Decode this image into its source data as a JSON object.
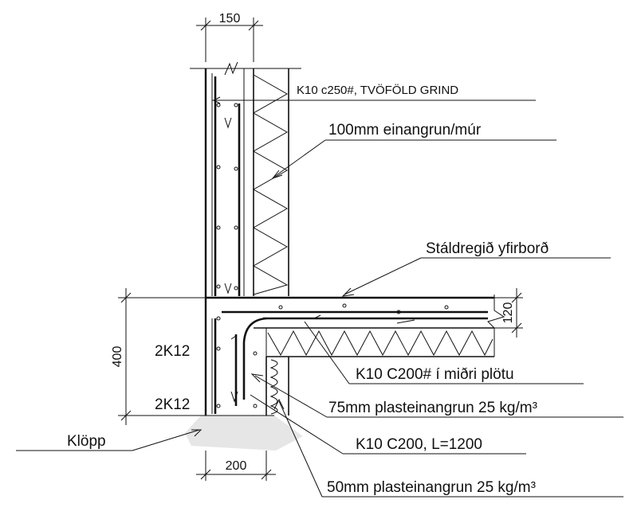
{
  "dimensions": {
    "wall_width": "150",
    "slab_thickness": "120",
    "footing_height": "400",
    "footing_width": "200"
  },
  "labels": {
    "wall_rebar": "K10 c250#, TVÖFÖLD GRIND",
    "wall_insulation": "100mm einangrun/múr",
    "slab_surface": "Stáldregið yfirborð",
    "rebar_upper": "2K12",
    "rebar_lower": "2K12",
    "slab_rebar": "K10 C200# í miðri plötu",
    "slab_insulation": "75mm plasteinangrun 25 kg/m³",
    "ground": "Klöpp",
    "starter_bar": "K10 C200, L=1200",
    "edge_insulation": "50mm plasteinangrun 25 kg/m³"
  },
  "colors": {
    "line": "#111111",
    "ground_fill": "#e6e6e6"
  }
}
